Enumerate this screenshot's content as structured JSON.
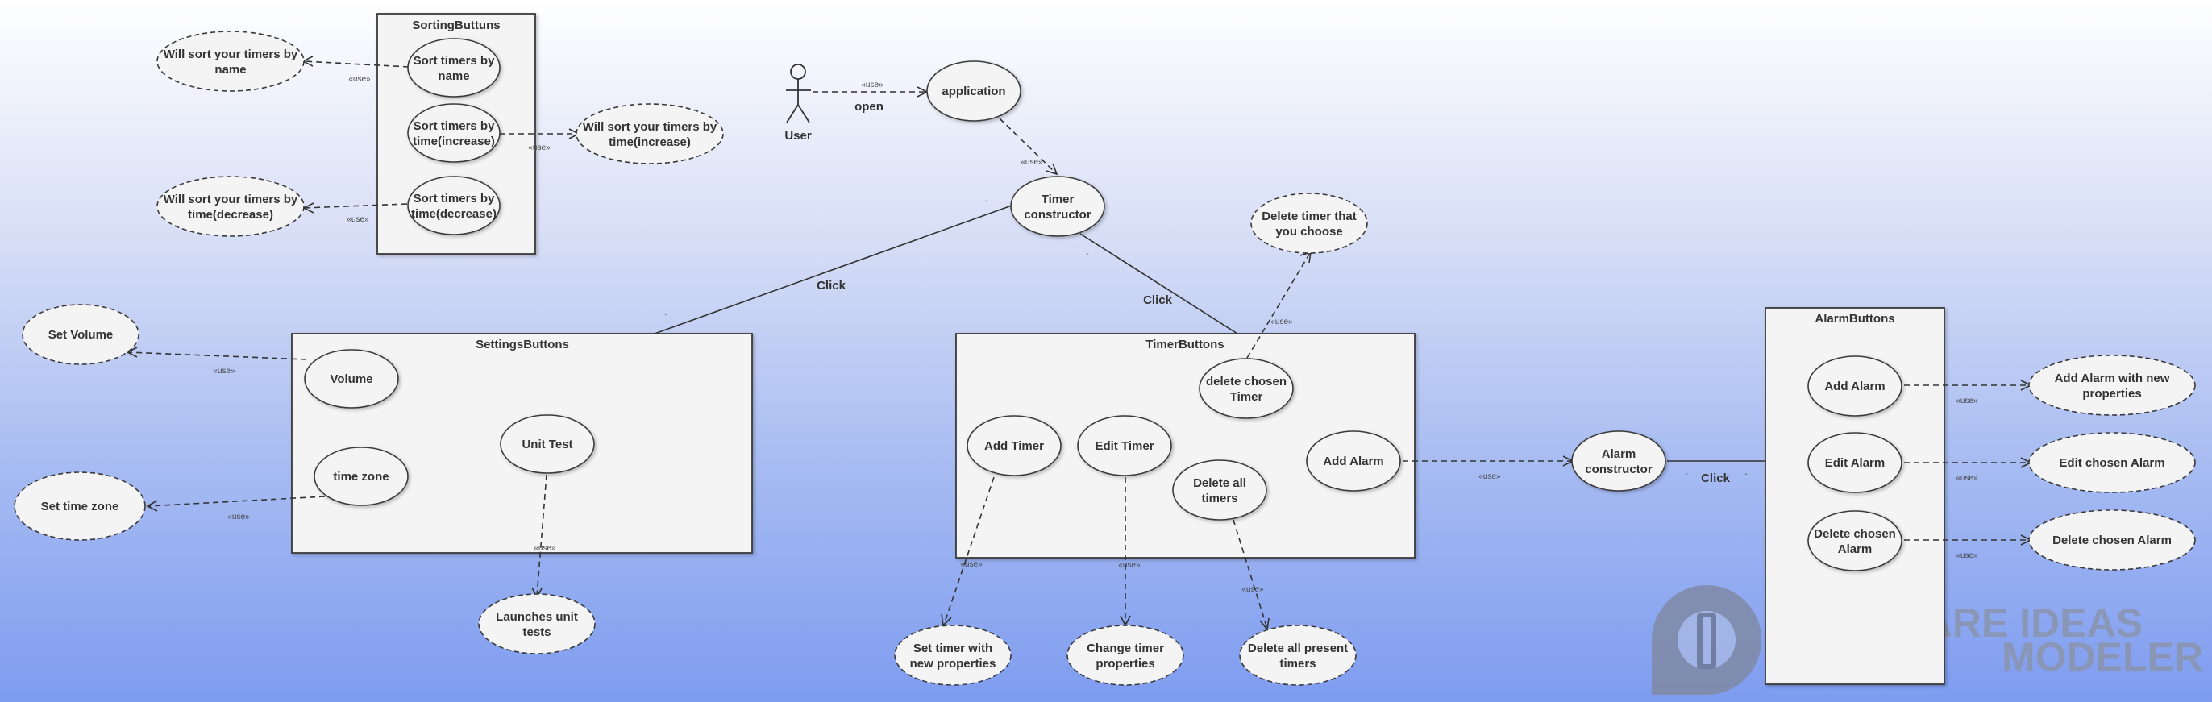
{
  "actor": {
    "name": "User"
  },
  "boxes": {
    "sorting": "SortingButtuns",
    "settings": "SettingsButtons",
    "timer": "TimerButtons",
    "alarm": "AlarmButtons"
  },
  "usecases": {
    "application": [
      "application"
    ],
    "timer_constructor": [
      "Timer",
      "constructor"
    ],
    "alarm_constructor": [
      "Alarm",
      "constructor"
    ],
    "sort_name": [
      "Sort timers by",
      "name"
    ],
    "sort_inc": [
      "Sort timers by",
      "time(increase)"
    ],
    "sort_dec": [
      "Sort timers by",
      "time(decrease)"
    ],
    "will_name": [
      "Will sort your timers by",
      "name"
    ],
    "will_inc": [
      "Will sort your timers by",
      "time(increase)"
    ],
    "will_dec": [
      "Will sort your timers by",
      "time(decrease)"
    ],
    "volume": [
      "Volume"
    ],
    "time_zone": [
      "time zone"
    ],
    "unit_test": [
      "Unit Test"
    ],
    "set_volume": [
      "Set Volume"
    ],
    "set_time_zone": [
      "Set time zone"
    ],
    "launches": [
      "Launches unit",
      "tests"
    ],
    "delete_chosen_timer": [
      "delete chosen",
      "Timer"
    ],
    "add_timer": [
      "Add Timer"
    ],
    "edit_timer": [
      "Edit Timer"
    ],
    "delete_all": [
      "Delete all",
      "timers"
    ],
    "add_alarm_t": [
      "Add Alarm"
    ],
    "delete_timer_choose": [
      "Delete timer that",
      "you choose"
    ],
    "set_timer": [
      "Set  timer with",
      "new properties"
    ],
    "change_timer": [
      "Change timer",
      "properties"
    ],
    "delete_all_present": [
      "Delete all present",
      "timers"
    ],
    "add_alarm": [
      "Add Alarm"
    ],
    "edit_alarm": [
      "Edit Alarm"
    ],
    "delete_chosen_alarm": [
      "Delete chosen",
      "Alarm"
    ],
    "add_alarm_new": [
      "Add Alarm with new",
      "properties"
    ],
    "edit_chosen_alarm": [
      "Edit chosen Alarm"
    ],
    "delete_chosen_alarm_r": [
      "Delete chosen Alarm"
    ]
  },
  "relations": {
    "open": "open",
    "use": "«use»",
    "click": "Click",
    "dash_mark": "-"
  },
  "watermark": {
    "line1": "SOFTWARE IDEAS",
    "line2": "MODELER"
  }
}
